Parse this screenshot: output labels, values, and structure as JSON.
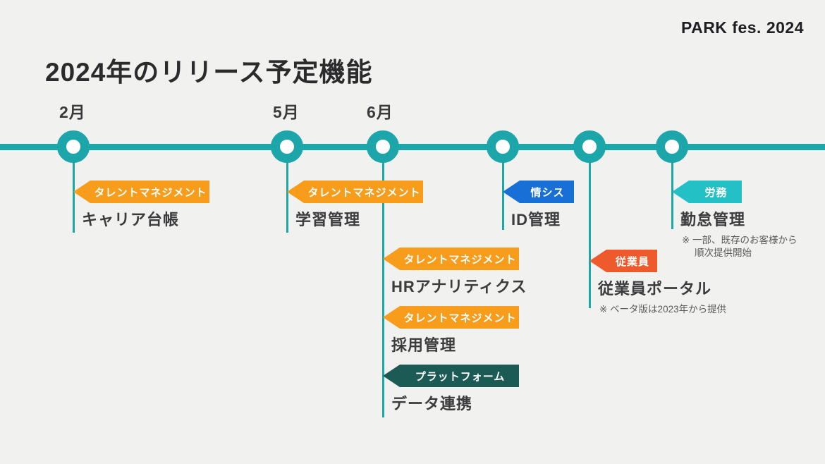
{
  "brand": "PARK fes. 2024",
  "title": "2024年のリリース予定機能",
  "colors": {
    "background": "#F1F1EF",
    "timeline_teal": "#1CA6AA",
    "tag_talent_orange": "#F89C1C",
    "tag_platform_darkteal": "#1B5A55",
    "tag_it_blue": "#1870D6",
    "tag_employee_red_orange": "#EE5A2B",
    "tag_labor_cyan": "#23C0C6",
    "title_text": "#2B2B2E",
    "feature_text": "#3C3C3F",
    "note_text": "#5A5A5C"
  },
  "months": [
    {
      "label": "2月"
    },
    {
      "label": "5月"
    },
    {
      "label": "6月"
    }
  ],
  "entries": [
    {
      "tag": "タレントマネジメント",
      "feature": "キャリア台帳"
    },
    {
      "tag": "タレントマネジメント",
      "feature": "学習管理"
    },
    {
      "tag": "タレントマネジメント",
      "feature": "HRアナリティクス"
    },
    {
      "tag": "タレントマネジメント",
      "feature": "採用管理"
    },
    {
      "tag": "プラットフォーム",
      "feature": "データ連携"
    },
    {
      "tag": "情シス",
      "feature": "ID管理"
    },
    {
      "tag": "従業員",
      "feature": "従業員ポータル",
      "note": "※ ベータ版は2023年から提供"
    },
    {
      "tag": "労務",
      "feature": "勤怠管理",
      "note_line1": "※ 一部、既存のお客様から",
      "note_line2": "順次提供開始"
    }
  ]
}
